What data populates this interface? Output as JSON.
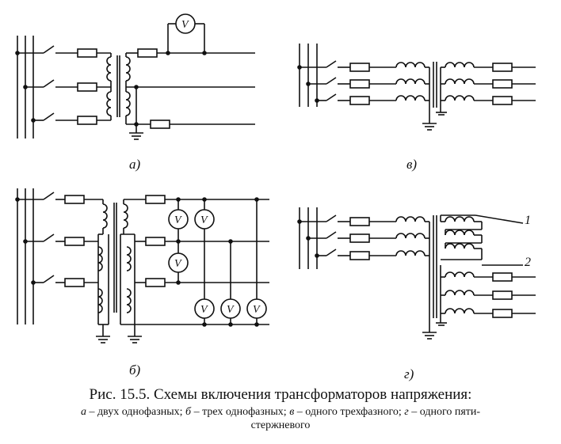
{
  "labels": {
    "a": "а)",
    "b": "б)",
    "v": "в)",
    "g": "г)",
    "num1": "1",
    "num2": "2"
  },
  "voltmeter_symbol": "V",
  "caption": {
    "title": "Рис. 15.5. Схемы включения трансформаторов напряжения:",
    "line1_a": "а",
    "line1_a_text": " – двух однофазных; ",
    "line1_b": "б",
    "line1_b_text": " – трех однофазных; ",
    "line1_v": "в",
    "line1_v_text": " – одного трехфазного; ",
    "line1_g": "г",
    "line1_g_text": " – одного пяти-",
    "line2": "стержневого"
  }
}
